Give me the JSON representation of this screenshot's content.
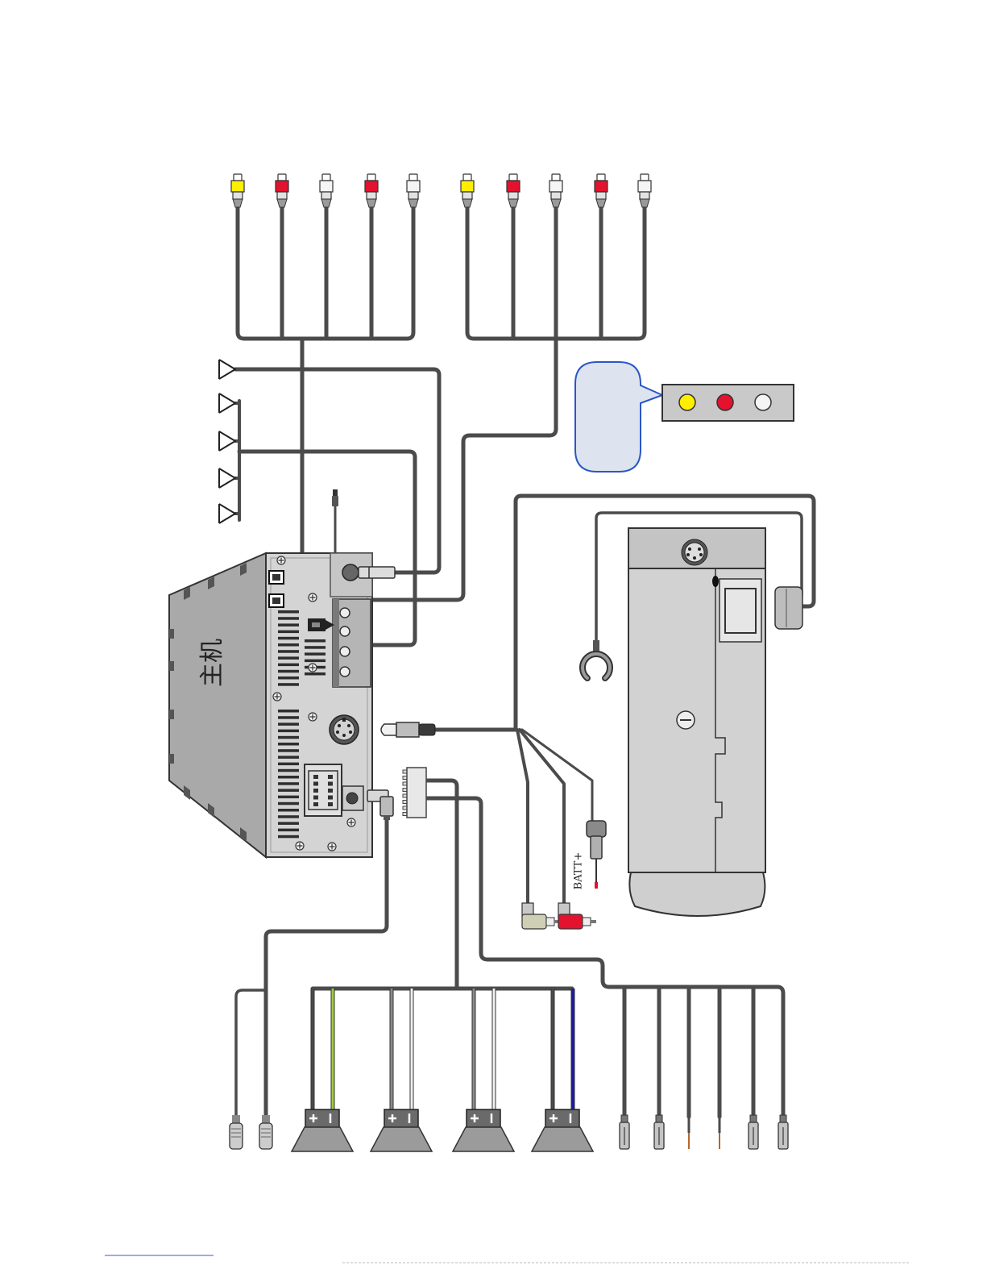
{
  "diagram": {
    "main_unit_label": "主机",
    "batt_label": "BATT+"
  },
  "rca_groups": [
    {
      "colors": [
        "yellow",
        "red",
        "white",
        "red",
        "white"
      ]
    },
    {
      "colors": [
        "yellow",
        "red",
        "white",
        "red",
        "white"
      ]
    }
  ],
  "color_key": [
    "yellow",
    "red",
    "white"
  ],
  "speakers": [
    {
      "wires": [
        "#4b4b4b",
        "#9ccc3a"
      ]
    },
    {
      "wires": [
        "#8a8a8a",
        "#f0f0f0"
      ]
    },
    {
      "wires": [
        "#8a8a8a",
        "#f0f0f0"
      ]
    },
    {
      "wires": [
        "#4b4b4b",
        "#1a1aa6"
      ]
    }
  ],
  "aux_leads": [
    "spade-terminal-icon",
    "spade-terminal-icon",
    "bare-wire-icon",
    "bare-wire-icon",
    "spade-terminal-icon",
    "spade-terminal-icon"
  ],
  "colors": {
    "yellow": "#ffee00",
    "red": "#e3122e",
    "white": "#f5f5f5",
    "cable": "#4b4b4b",
    "copper": "#b8672a",
    "bubble_fill": "#dde4ef",
    "bubble_border": "#2b56c6",
    "panel": "#d4d4d4",
    "side_panel": "#a9a9a9"
  }
}
